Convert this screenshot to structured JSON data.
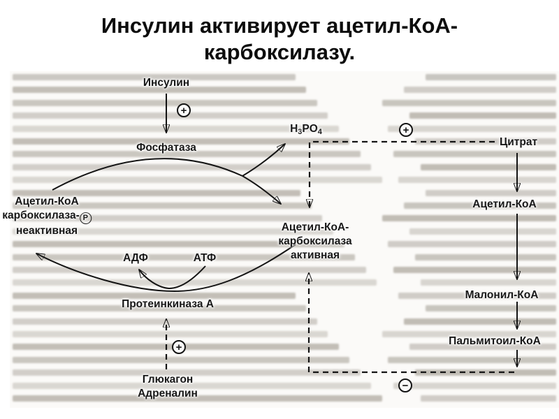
{
  "slide": {
    "title": "Инсулин активирует ацетил-КоА-карбоксилазу."
  },
  "diagram": {
    "nodes": {
      "insulin": "Инсулин",
      "phosphatase": "Фосфатаза",
      "phosphate": {
        "el1": "H",
        "sub1": "3",
        "el2": "PO",
        "sub2": "4"
      },
      "citrate": "Цитрат",
      "acetyl_coa": "Ацетил-КоА",
      "malonyl_coa": "Малонил-КоА",
      "palmitoyl_coa": "Пальмитоил-КоА",
      "inactive_enzyme": {
        "line1": "Ацетил-КоА",
        "line2": "карбоксилаза-",
        "line2_p": "P",
        "line3": "неактивная"
      },
      "active_enzyme": {
        "line1": "Ацетил-КоА-",
        "line2": "карбоксилаза",
        "line3": "активная"
      },
      "adp": "АДФ",
      "atp": "АТФ",
      "protein_kinase": "Протеинкиназа А",
      "glucagon": "Глюкагон",
      "adrenaline": "Адреналин"
    },
    "signs": {
      "activation": "+",
      "inhibition": "−"
    },
    "colors": {
      "ink": "#141414",
      "page": "#ffffff",
      "scan_text": "#a49e94"
    }
  }
}
